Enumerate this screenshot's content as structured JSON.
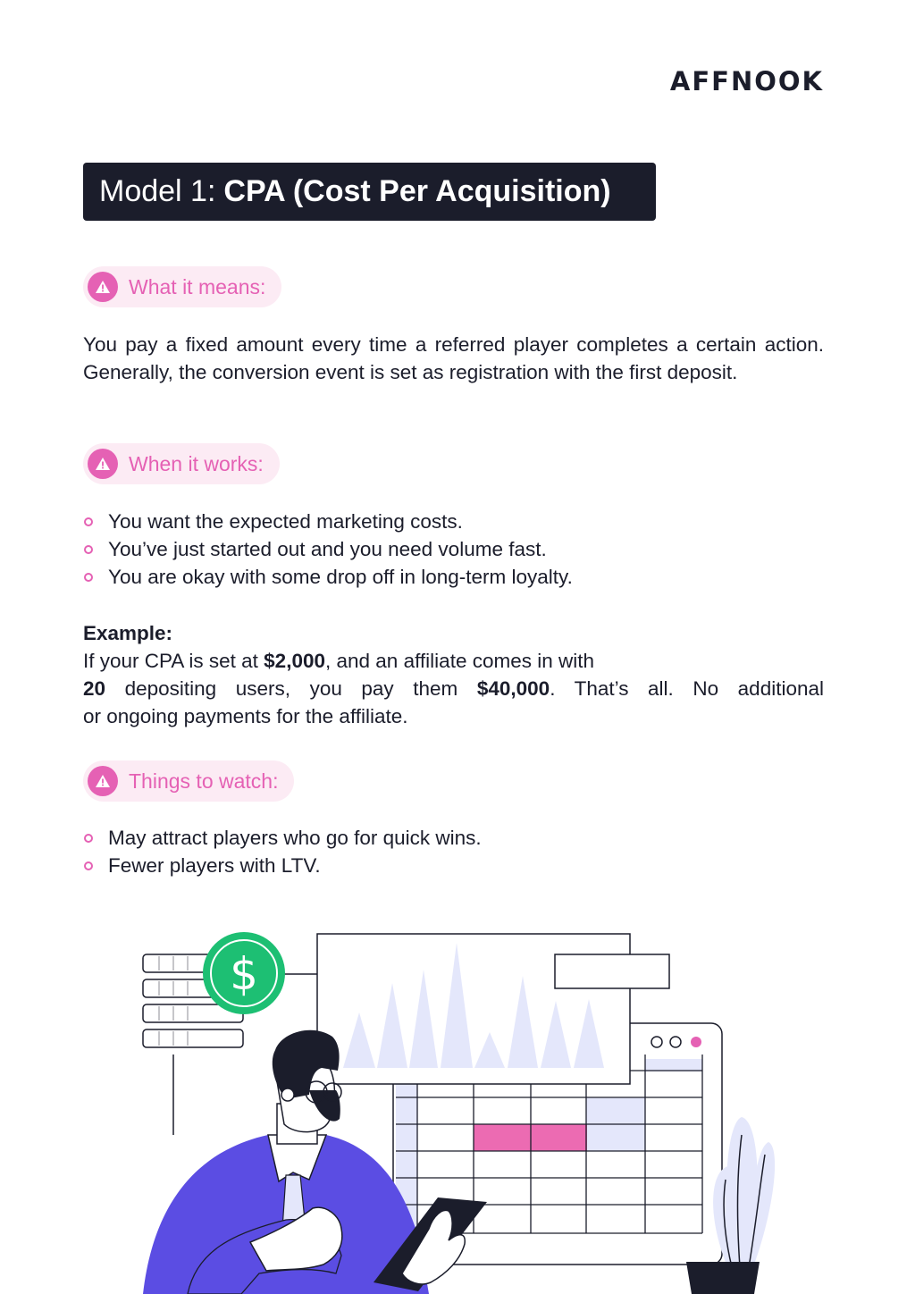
{
  "brand": {
    "logo_text": "AFFNOOK"
  },
  "title": {
    "prefix": "Model 1:",
    "bold": "CPA (Cost Per Acquisition)"
  },
  "sections": {
    "what": {
      "label": "What it means:",
      "text": "You pay a fixed amount every time a referred player completes a certain action. Generally, the conversion event is set as registration with the first deposit."
    },
    "when": {
      "label": "When it works:",
      "items": [
        "You want the expected marketing costs.",
        "You’ve just started out and you need volume fast.",
        "You are okay with some drop off in long-term loyalty."
      ]
    },
    "example": {
      "heading": "Example:",
      "line1_a": "If your CPA is set at ",
      "line1_b": "$2,000",
      "line1_c": ", and an affiliate comes in with",
      "line2_a": "20",
      "line2_b": " depositing users, you pay them ",
      "line2_c": "$40,000",
      "line2_d": ". That’s all. No additional",
      "line3": "or ongoing payments for the affiliate."
    },
    "watch": {
      "label": "Things to watch:",
      "items": [
        "May attract players who go for quick wins.",
        "Fewer players with LTV."
      ]
    }
  },
  "illustration": {
    "coin_symbol": "$",
    "colors": {
      "accent_pink": "#e561b4",
      "green": "#1dbf73",
      "purple": "#5b4de3",
      "light_blue": "#e4e7fb",
      "dark": "#1b1d2b"
    }
  }
}
